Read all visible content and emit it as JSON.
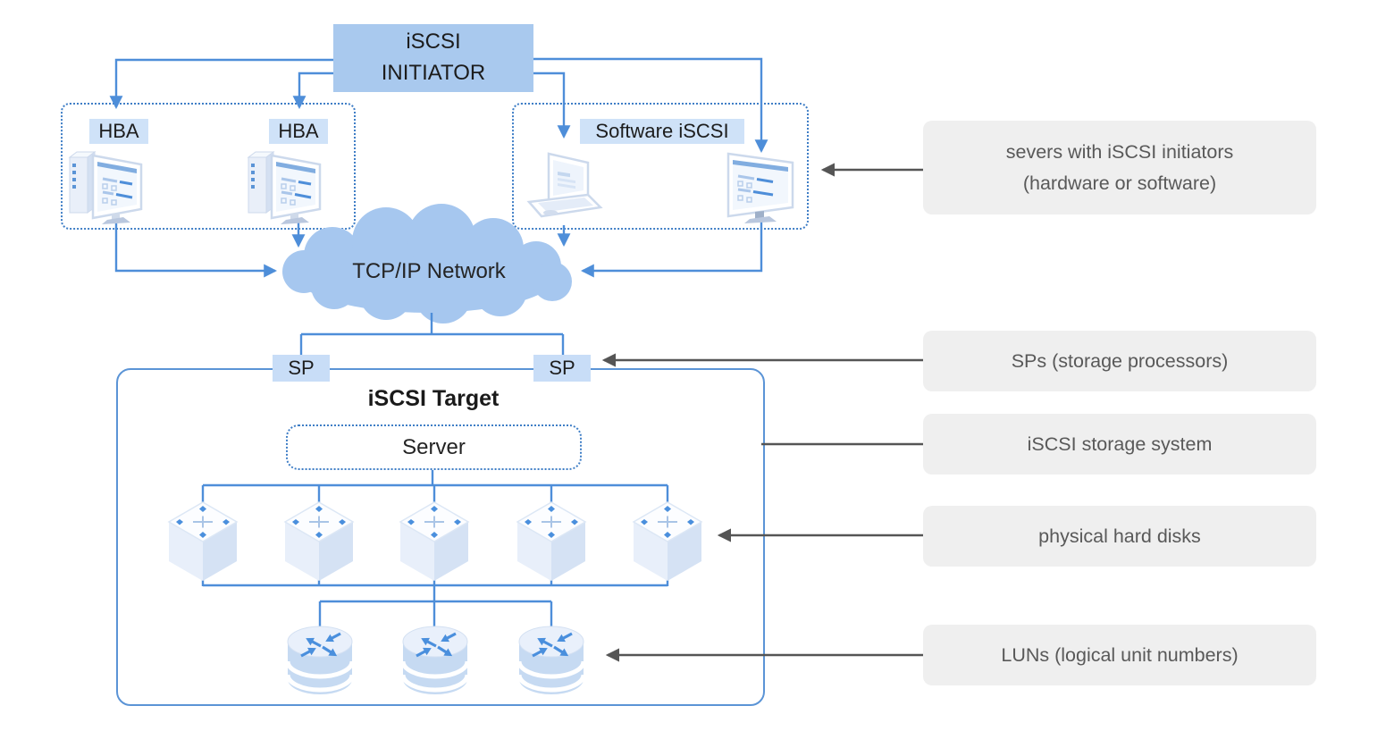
{
  "diagram": {
    "initiator": {
      "line1": "iSCSI",
      "line2": "INITIATOR"
    },
    "hba_left": {
      "label": "HBA"
    },
    "hba_right": {
      "label": "HBA"
    },
    "software_iscsi": {
      "label": "Software iSCSI"
    },
    "network": {
      "label": "TCP/IP Network"
    },
    "sp_left": {
      "label": "SP"
    },
    "sp_right": {
      "label": "SP"
    },
    "target": {
      "label": "iSCSI Target"
    },
    "server": {
      "label": "Server"
    }
  },
  "annotations": {
    "servers": {
      "line1": "severs with iSCSI initiators",
      "line2": "(hardware or software)"
    },
    "sps": {
      "label": "SPs (storage processors)"
    },
    "storage": {
      "label": "iSCSI storage system"
    },
    "disks": {
      "label": "physical hard disks"
    },
    "luns": {
      "label": "LUNs (logical unit numbers)"
    }
  },
  "icons": {
    "initiator_hosts": [
      "desktop-computer-icon",
      "desktop-computer-icon",
      "laptop-icon",
      "monitor-icon"
    ],
    "network": "network-cloud-icon",
    "physical_disks_count": 5,
    "physical_disk": "hard-disk-cube-icon",
    "luns_count": 3,
    "lun": "lun-cylinder-icon"
  },
  "colors": {
    "connector_blue": "#4e8ed9",
    "initiator_fill": "#a9c9ee",
    "chip_fill": "#cfe2f8",
    "sp_fill": "#c8ddf7",
    "cloud_fill": "#a6c7ef",
    "storage_border": "#5b94d6",
    "dashed_border": "#3f7ec6",
    "annotation_bg": "#efefef",
    "annotation_text": "#595959",
    "arrow_gray": "#555555"
  }
}
